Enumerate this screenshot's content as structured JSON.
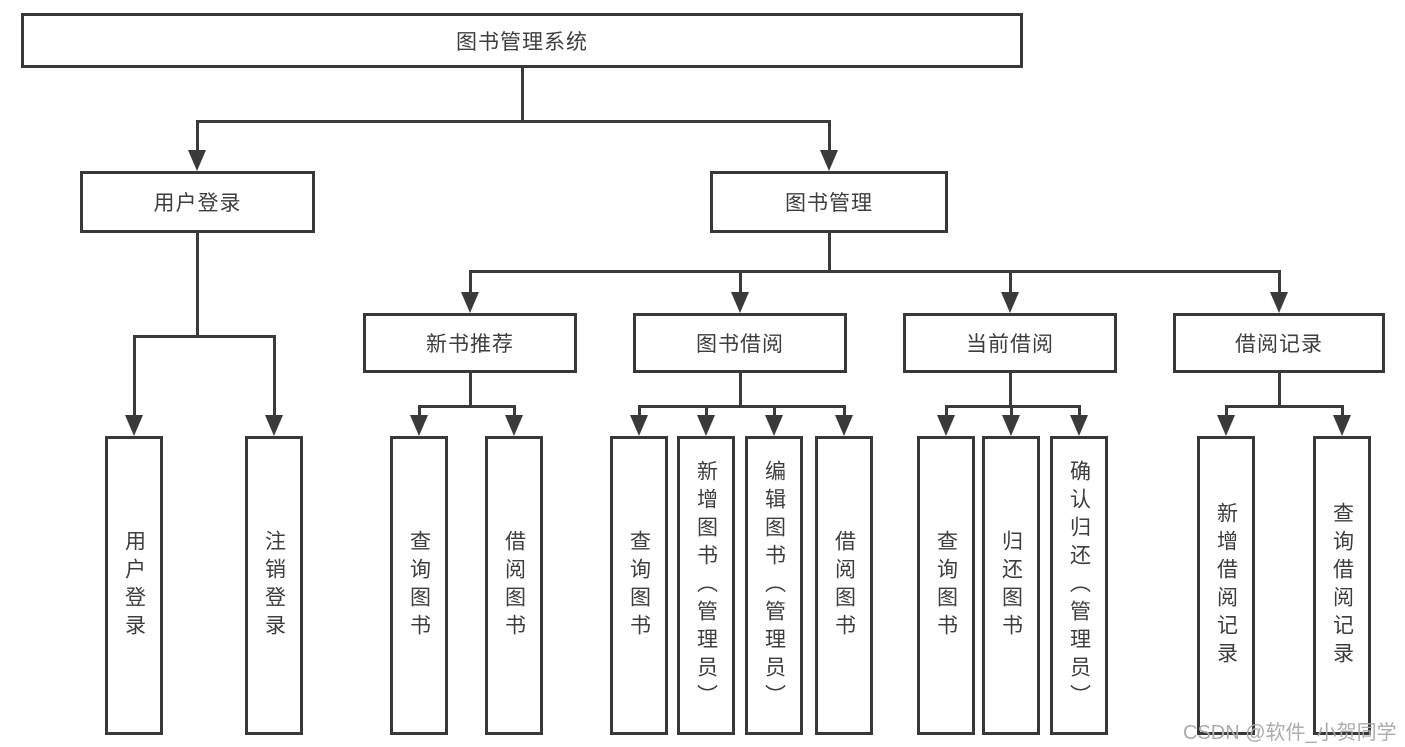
{
  "diagram": {
    "root": "图书管理系统",
    "level1": {
      "user_login": "用户登录",
      "book_management": "图书管理"
    },
    "level2": {
      "new_book_recommend": "新书推荐",
      "book_borrow": "图书借阅",
      "current_borrow": "当前借阅",
      "borrow_records": "借阅记录"
    },
    "leaves": {
      "user_login_leaf": "用户登录",
      "logout": "注销登录",
      "nb_query_books": "查询图书",
      "nb_borrow_books": "借阅图书",
      "bw_query_books": "查询图书",
      "bw_add_books_admin": "新增图书（管理员）",
      "bw_edit_books_admin": "编辑图书（管理员）",
      "bw_borrow_books": "借阅图书",
      "cur_query_books": "查询图书",
      "cur_return_books": "归还图书",
      "cur_confirm_return_admin": "确认归还（管理员）",
      "rec_add_record": "新增借阅记录",
      "rec_query_record": "查询借阅记录"
    }
  },
  "watermark": "CSDN @软件_小贺同学",
  "colors": {
    "line": "#3a3a3a",
    "text": "#3d3d3d",
    "watermark": "#ababab"
  }
}
